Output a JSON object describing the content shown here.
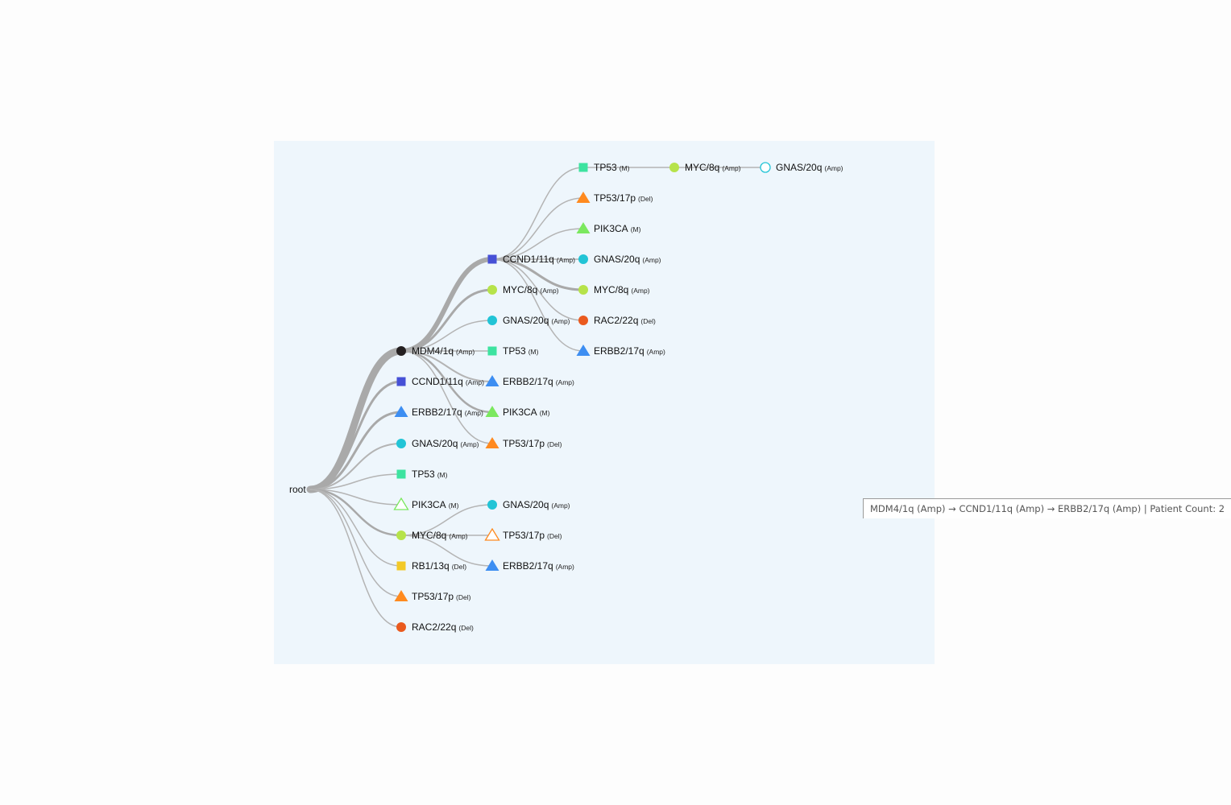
{
  "root_label": "root",
  "tooltip": "MDM4/1q (Amp) → CCND1/11q (Amp) → ERBB2/17q (Amp) | Patient Count: 2",
  "colors": {
    "TP53": "#3de3a0",
    "MYC": "#b6e34a",
    "GNAS": "#22c4d6",
    "TP53_17p": "#ff8a1f",
    "PIK3CA": "#7be85f",
    "RAC2": "#ea5a1e",
    "ERBB2": "#3d8ef2",
    "CCND1": "#4650d6",
    "MDM4": "#231f20",
    "RB1": "#f3c927"
  },
  "nodes": [
    {
      "id": "root",
      "label": "root",
      "tag": "",
      "shape": "none",
      "depth": 0
    },
    {
      "id": "mdm4",
      "label": "MDM4/1q",
      "tag": "(Amp)",
      "shape": "circle",
      "color": "MDM4",
      "parent": "root",
      "depth": 1,
      "w": 9
    },
    {
      "id": "ccnd1a",
      "label": "CCND1/11q",
      "tag": "(Amp)",
      "shape": "square",
      "color": "CCND1",
      "parent": "root",
      "depth": 1,
      "w": 3
    },
    {
      "id": "erbb2a",
      "label": "ERBB2/17q",
      "tag": "(Amp)",
      "shape": "triangle",
      "color": "ERBB2",
      "parent": "root",
      "depth": 1,
      "w": 3
    },
    {
      "id": "gnasa",
      "label": "GNAS/20q",
      "tag": "(Amp)",
      "shape": "circle",
      "color": "GNAS",
      "parent": "root",
      "depth": 1,
      "w": 2
    },
    {
      "id": "tp53a",
      "label": "TP53",
      "tag": "(M)",
      "shape": "square",
      "color": "TP53",
      "parent": "root",
      "depth": 1,
      "w": 1.5
    },
    {
      "id": "pik3caa",
      "label": "PIK3CA",
      "tag": "(M)",
      "shape": "triangle-open",
      "color": "PIK3CA",
      "parent": "root",
      "depth": 1,
      "w": 1.5
    },
    {
      "id": "myca",
      "label": "MYC/8q",
      "tag": "(Amp)",
      "shape": "circle",
      "color": "MYC",
      "parent": "root",
      "depth": 1,
      "w": 2.5
    },
    {
      "id": "rb1",
      "label": "RB1/13q",
      "tag": "(Del)",
      "shape": "square",
      "color": "RB1",
      "parent": "root",
      "depth": 1,
      "w": 1.5
    },
    {
      "id": "tp53p_a",
      "label": "TP53/17p",
      "tag": "(Del)",
      "shape": "triangle",
      "color": "TP53_17p",
      "parent": "root",
      "depth": 1,
      "w": 1.5
    },
    {
      "id": "rac2a",
      "label": "RAC2/22q",
      "tag": "(Del)",
      "shape": "circle",
      "color": "RAC2",
      "parent": "root",
      "depth": 1,
      "w": 1.5
    },
    {
      "id": "ccnd1b",
      "label": "CCND1/11q",
      "tag": "(Amp)",
      "shape": "square",
      "color": "CCND1",
      "parent": "mdm4",
      "depth": 2,
      "w": 6
    },
    {
      "id": "mycb",
      "label": "MYC/8q",
      "tag": "(Amp)",
      "shape": "circle",
      "color": "MYC",
      "parent": "mdm4",
      "depth": 2,
      "w": 3
    },
    {
      "id": "gnasb",
      "label": "GNAS/20q",
      "tag": "(Amp)",
      "shape": "circle",
      "color": "GNAS",
      "parent": "mdm4",
      "depth": 2,
      "w": 1.5
    },
    {
      "id": "tp53b",
      "label": "TP53",
      "tag": "(M)",
      "shape": "square",
      "color": "TP53",
      "parent": "mdm4",
      "depth": 2,
      "w": 1.5
    },
    {
      "id": "erbb2b",
      "label": "ERBB2/17q",
      "tag": "(Amp)",
      "shape": "triangle",
      "color": "ERBB2",
      "parent": "mdm4",
      "depth": 2,
      "w": 2
    },
    {
      "id": "pik3cab",
      "label": "PIK3CA",
      "tag": "(M)",
      "shape": "triangle",
      "color": "PIK3CA",
      "parent": "mdm4",
      "depth": 2,
      "w": 2.5
    },
    {
      "id": "tp53p_b",
      "label": "TP53/17p",
      "tag": "(Del)",
      "shape": "triangle",
      "color": "TP53_17p",
      "parent": "mdm4",
      "depth": 2,
      "w": 1.5
    },
    {
      "id": "gnasc",
      "label": "GNAS/20q",
      "tag": "(Amp)",
      "shape": "circle",
      "color": "GNAS",
      "parent": "myca",
      "depth": 2,
      "w": 1.5
    },
    {
      "id": "tp53p_c",
      "label": "TP53/17p",
      "tag": "(Del)",
      "shape": "triangle-open",
      "color": "TP53_17p",
      "parent": "myca",
      "depth": 2,
      "w": 1.5
    },
    {
      "id": "erbb2c",
      "label": "ERBB2/17q",
      "tag": "(Amp)",
      "shape": "triangle",
      "color": "ERBB2",
      "parent": "myca",
      "depth": 2,
      "w": 1.5
    },
    {
      "id": "tp53c",
      "label": "TP53",
      "tag": "(M)",
      "shape": "square",
      "color": "TP53",
      "parent": "ccnd1b",
      "depth": 3,
      "w": 1.5
    },
    {
      "id": "tp53p_d",
      "label": "TP53/17p",
      "tag": "(Del)",
      "shape": "triangle",
      "color": "TP53_17p",
      "parent": "ccnd1b",
      "depth": 3,
      "w": 1.5
    },
    {
      "id": "pik3cac",
      "label": "PIK3CA",
      "tag": "(M)",
      "shape": "triangle",
      "color": "PIK3CA",
      "parent": "ccnd1b",
      "depth": 3,
      "w": 1.5
    },
    {
      "id": "gnasd",
      "label": "GNAS/20q",
      "tag": "(Amp)",
      "shape": "circle",
      "color": "GNAS",
      "parent": "ccnd1b",
      "depth": 3,
      "w": 1.5
    },
    {
      "id": "mycc",
      "label": "MYC/8q",
      "tag": "(Amp)",
      "shape": "circle",
      "color": "MYC",
      "parent": "ccnd1b",
      "depth": 3,
      "w": 3
    },
    {
      "id": "rac2b",
      "label": "RAC2/22q",
      "tag": "(Del)",
      "shape": "circle",
      "color": "RAC2",
      "parent": "ccnd1b",
      "depth": 3,
      "w": 1.5
    },
    {
      "id": "erbb2d",
      "label": "ERBB2/17q",
      "tag": "(Amp)",
      "shape": "triangle",
      "color": "ERBB2",
      "parent": "ccnd1b",
      "depth": 3,
      "w": 1.5
    },
    {
      "id": "mycd",
      "label": "MYC/8q",
      "tag": "(Amp)",
      "shape": "circle",
      "color": "MYC",
      "parent": "tp53c",
      "depth": 4,
      "w": 1.5
    },
    {
      "id": "gnase",
      "label": "GNAS/20q",
      "tag": "(Amp)",
      "shape": "circle-open",
      "color": "GNAS",
      "parent": "mycd",
      "depth": 5,
      "w": 1.5
    }
  ]
}
